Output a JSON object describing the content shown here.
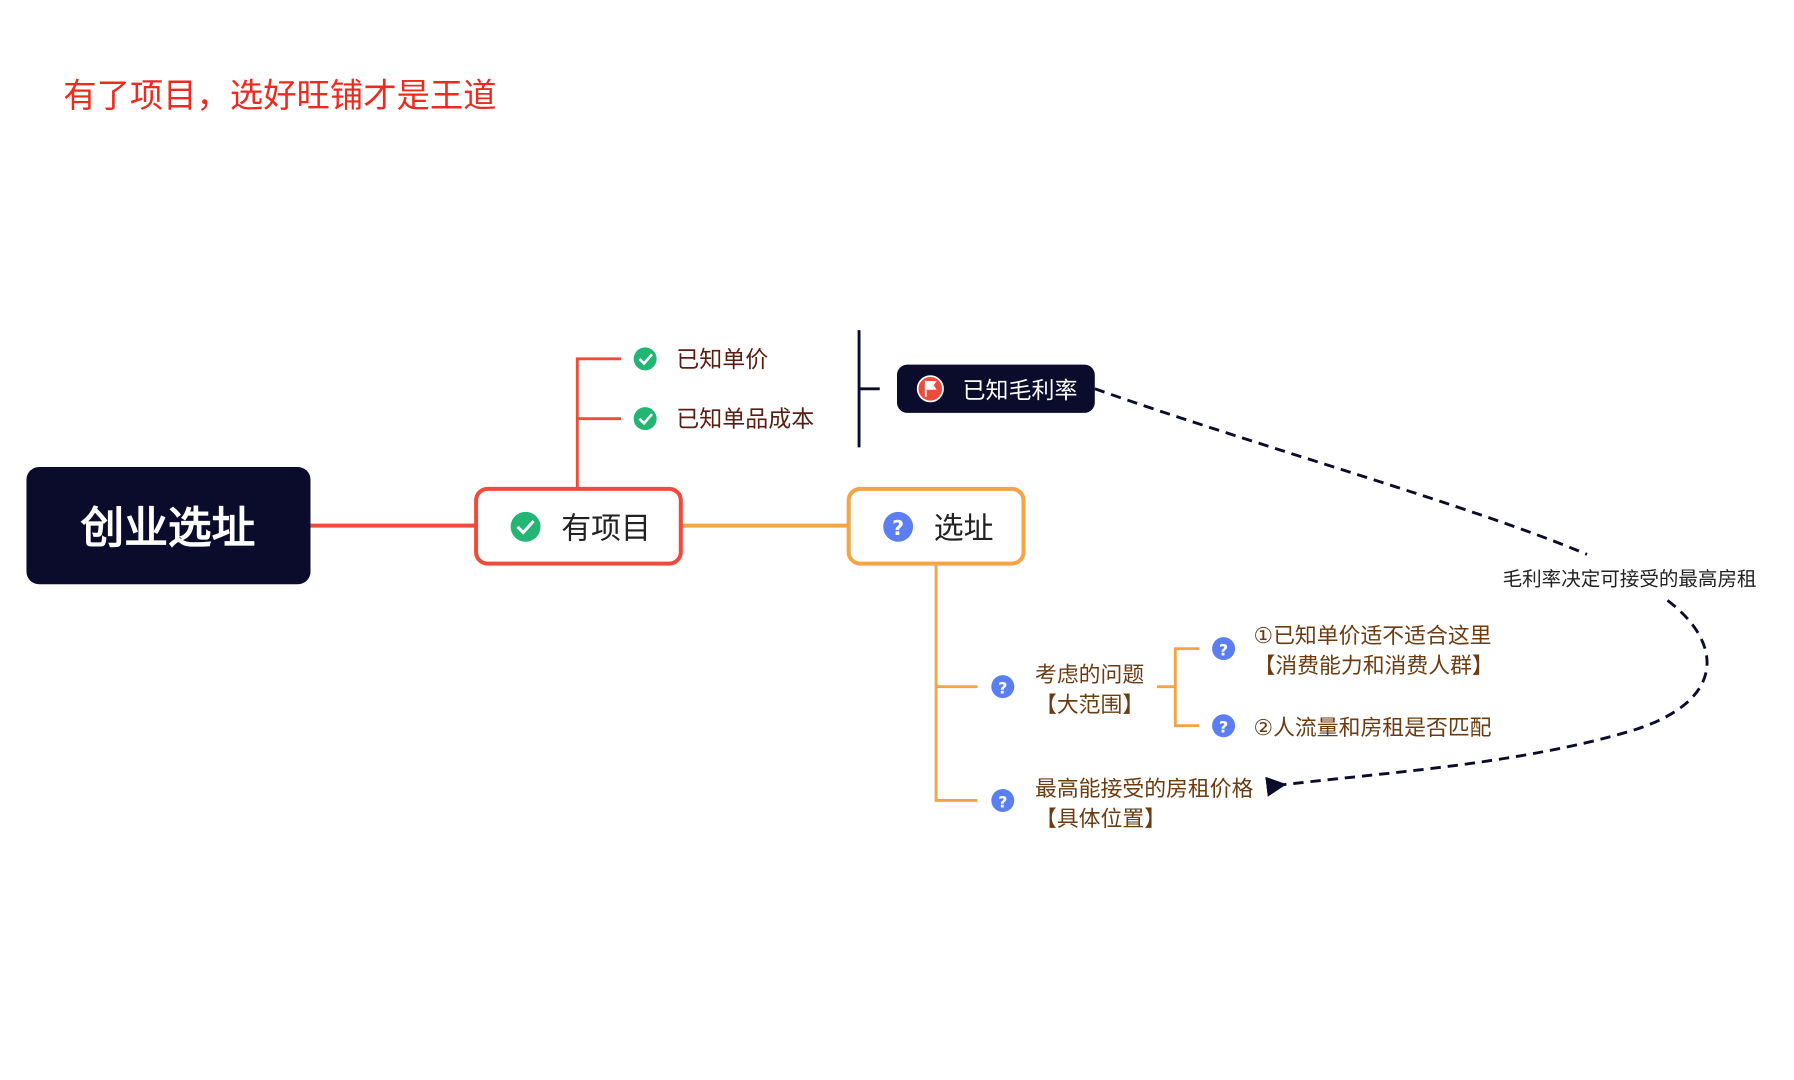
{
  "title": "有了项目，选好旺铺才是王道",
  "colors": {
    "root": "#0b0b2b",
    "red": "#ef4b3c",
    "orange": "#f3a546",
    "green": "#22b573",
    "blue": "#5b7ff0",
    "dark": "#0b0b2b"
  },
  "root": {
    "label": "创业选址"
  },
  "project": {
    "label": "有项目",
    "icon": "check-icon",
    "children": [
      {
        "label": "已知单价",
        "icon": "check-icon"
      },
      {
        "label": "已知单品成本",
        "icon": "check-icon"
      }
    ],
    "summary": {
      "label": "已知毛利率",
      "icon": "flag-icon"
    }
  },
  "site": {
    "label": "选址",
    "icon": "question-icon",
    "children": [
      {
        "line1": "考虑的问题",
        "line2": "【大范围】",
        "icon": "question-icon",
        "children": [
          {
            "line1": "①已知单价适不适合这里",
            "line2": "【消费能力和消费人群】",
            "icon": "question-icon"
          },
          {
            "line1": "②人流量和房租是否匹配",
            "icon": "question-icon"
          }
        ]
      },
      {
        "line1": "最高能接受的房租价格",
        "line2": "【具体位置】",
        "icon": "question-icon"
      }
    ]
  },
  "relationship": {
    "label": "毛利率决定可接受的最高房租"
  }
}
